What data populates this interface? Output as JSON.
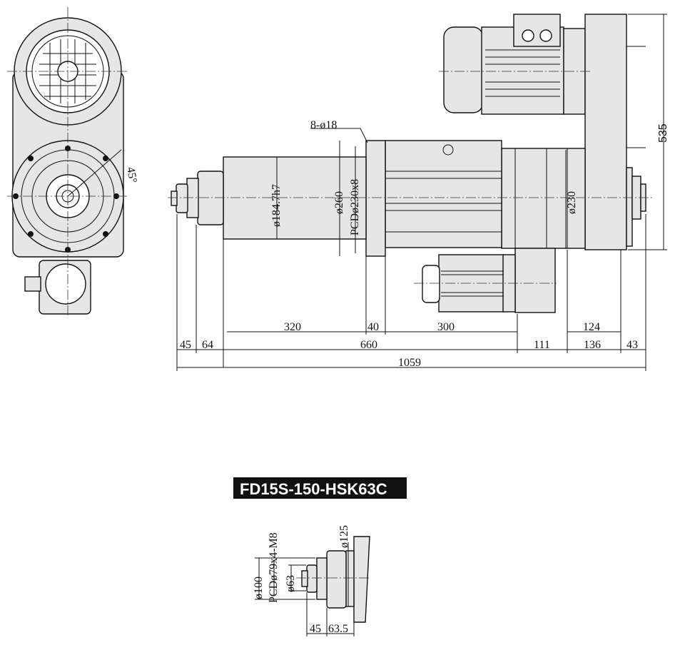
{
  "title": "FD15S-150-HSK63C",
  "side_view": {
    "hole_label": "8-ø18",
    "dia_body": "ø184.7h7",
    "dia_flange": "ø260",
    "pcd": "PCDø230x8",
    "dia_gear": "ø230",
    "height": "535",
    "angle": "45°",
    "dims_row1": [
      "320",
      "40",
      "300",
      "124"
    ],
    "dims_row2": [
      "45",
      "64",
      "660",
      "111",
      "136",
      "43"
    ],
    "overall": "1059"
  },
  "nose_detail": {
    "dia100": "ø100",
    "pcd": "PCDø79x4-M8",
    "dia63": "ø63",
    "dia125": "ø125",
    "dim_a": "45",
    "dim_b": "63.5"
  }
}
